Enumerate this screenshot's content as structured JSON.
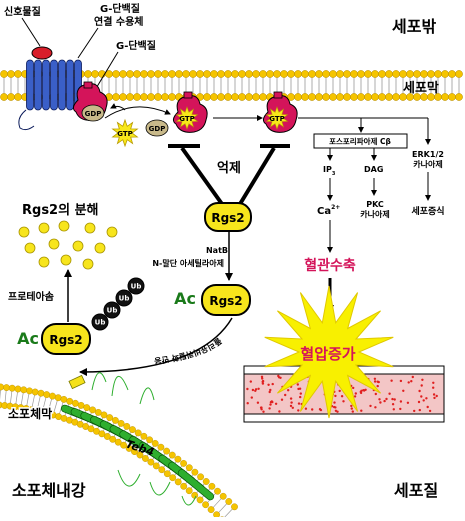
{
  "labels": {
    "signal_molecule": "신호물질",
    "gpcr_line1": "G-단백질",
    "gpcr_line2": "연결 수용체",
    "g_protein": "G-단백질",
    "extracellular": "세포밖",
    "cell_membrane": "세포막",
    "cytoplasm": "세포질",
    "er_lumen": "소포체내강",
    "er_membrane": "소포체막",
    "inhibition": "억제",
    "rgs2_degradation": "Rgs2의 분해",
    "proteasome": "프로테아솜",
    "natb": "NatB",
    "natb_desc": "N-말단 아세틸라아제",
    "polyubiquitination": "폴리유비퀴틸화 반응",
    "plcb": "포스포리파아제 Cβ",
    "ip3": "IP",
    "ip3_sub": "3",
    "dag": "DAG",
    "ca": "Ca",
    "ca_sup": "2+",
    "pkc_line1": "PKC",
    "pkc_line2": "카나아제",
    "erk_line1": "ERK1/2",
    "erk_line2": "카나아제",
    "cell_proliferation": "세포증식",
    "vasoconstriction": "혈관수축",
    "hypertension": "혈압증가",
    "rgs2": "Rgs2",
    "ac": "Ac",
    "ub": "Ub",
    "gdp": "GDP",
    "gtp": "GTP",
    "teb4": "Teb4"
  },
  "colors": {
    "membrane_head": "#f5c400",
    "receptor": "#3a5fc8",
    "g_protein": "#d4145a",
    "rgs2_fill": "#f7e51c",
    "ac_green": "#1a7a1a",
    "teb4": "#2eae2e",
    "vasoconstriction_text": "#d4145a",
    "hypertension_burst": "#f8f000",
    "hypertension_text": "#d4145a",
    "vessel": "#f3c6c6",
    "blood_cells": "#e02020",
    "ub": "#111111"
  },
  "icons": {
    "inhibition": "t-bar-inhibit-icon",
    "burst": "starburst-icon",
    "proteasome": "proteasome-dots-icon"
  }
}
